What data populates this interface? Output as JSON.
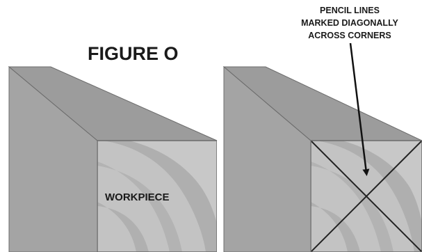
{
  "figure": {
    "title": "FIGURE O"
  },
  "left_block": {
    "label": "WORKPIECE"
  },
  "right_block": {
    "callout_lines": [
      "PENCIL LINES",
      "MARKED DIAGONALLY",
      "ACROSS CORNERS"
    ]
  },
  "colors": {
    "top_face": "#9c9c9c",
    "side_face": "#a3a3a3",
    "end_face_light": "#c3c3c3",
    "end_face_dark": "#b0b0b0",
    "outline": "#6b6b6b",
    "text": "#1a1a1a"
  }
}
